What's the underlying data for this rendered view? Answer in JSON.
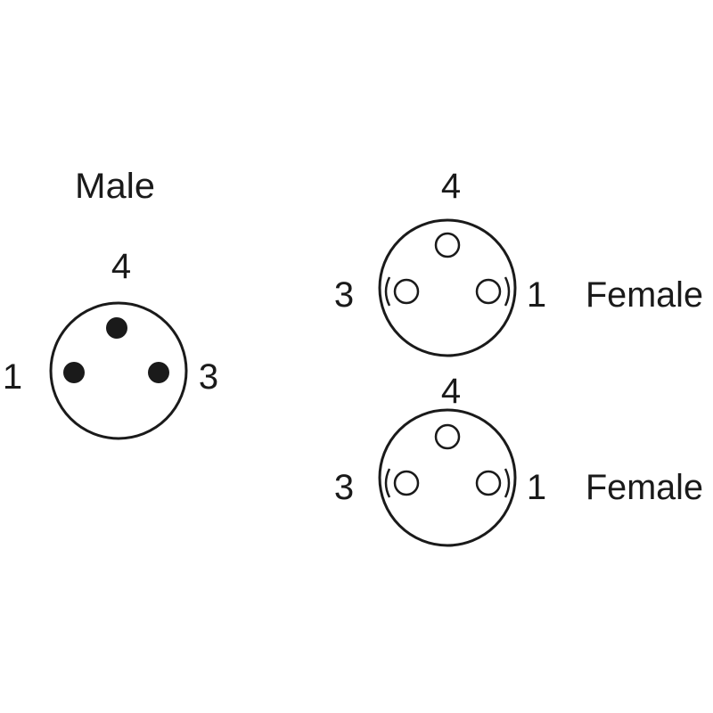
{
  "male": {
    "title": "Male",
    "pins": {
      "top": "4",
      "left": "1",
      "right": "3"
    }
  },
  "female_top": {
    "title": "Female",
    "pins": {
      "top": "4",
      "left": "3",
      "right": "1"
    }
  },
  "female_bottom": {
    "title": "Female",
    "pins": {
      "top": "4",
      "left": "3",
      "right": "1"
    }
  }
}
